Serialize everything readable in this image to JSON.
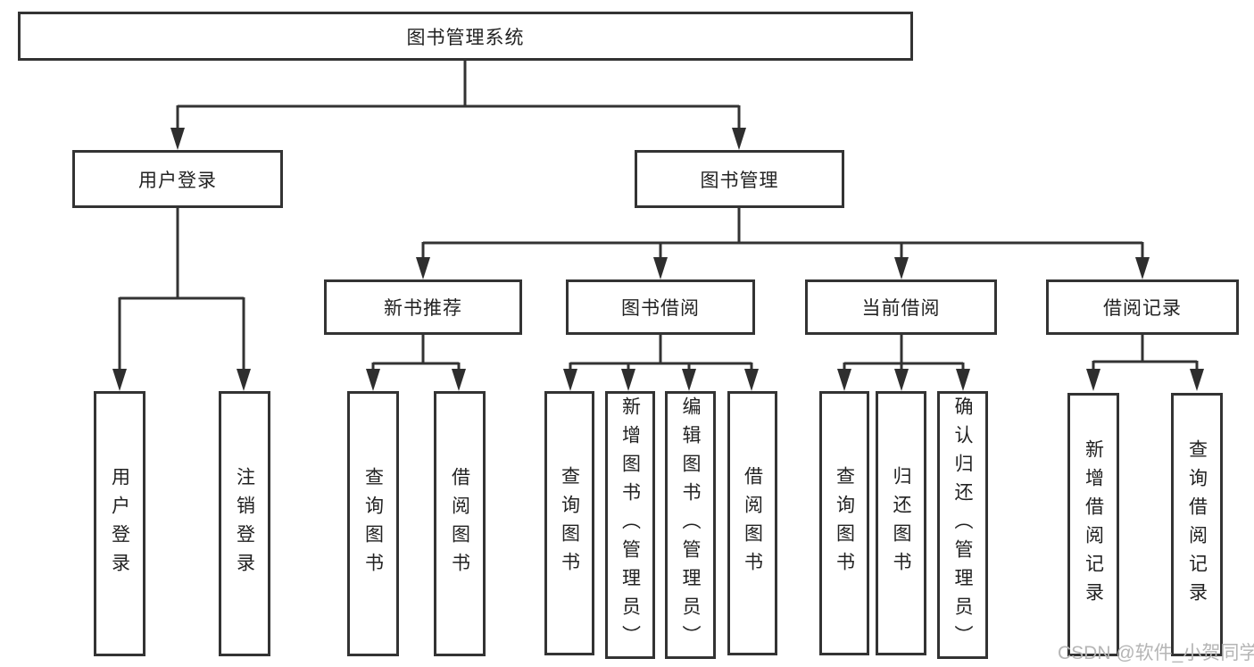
{
  "diagram": {
    "root": {
      "label": "图书管理系统"
    },
    "level2": [
      {
        "id": "user-login",
        "label": "用户登录"
      },
      {
        "id": "book-management",
        "label": "图书管理"
      }
    ],
    "level3": [
      {
        "id": "new-book-recommend",
        "label": "新书推荐",
        "parent": "book-management"
      },
      {
        "id": "book-borrow",
        "label": "图书借阅",
        "parent": "book-management"
      },
      {
        "id": "current-borrow",
        "label": "当前借阅",
        "parent": "book-management"
      },
      {
        "id": "borrow-records",
        "label": "借阅记录",
        "parent": "book-management"
      }
    ],
    "leaves": [
      {
        "id": "user-login-leaf",
        "label": "用户登录",
        "parent": "user-login"
      },
      {
        "id": "logout",
        "label": "注销登录",
        "parent": "user-login"
      },
      {
        "id": "query-books-1",
        "label": "查询图书",
        "parent": "new-book-recommend"
      },
      {
        "id": "borrow-books-1",
        "label": "借阅图书",
        "parent": "new-book-recommend"
      },
      {
        "id": "query-books-2",
        "label": "查询图书",
        "parent": "book-borrow"
      },
      {
        "id": "add-books-admin",
        "label": "新增图书（管理员）",
        "parent": "book-borrow"
      },
      {
        "id": "edit-books-admin",
        "label": "编辑图书（管理员）",
        "parent": "book-borrow"
      },
      {
        "id": "borrow-books-2",
        "label": "借阅图书",
        "parent": "book-borrow"
      },
      {
        "id": "query-books-3",
        "label": "查询图书",
        "parent": "current-borrow"
      },
      {
        "id": "return-books",
        "label": "归还图书",
        "parent": "current-borrow"
      },
      {
        "id": "confirm-return-admin",
        "label": "确认归还（管理员）",
        "parent": "current-borrow"
      },
      {
        "id": "add-borrow-record",
        "label": "新增借阅记录",
        "parent": "borrow-records"
      },
      {
        "id": "query-borrow-record",
        "label": "查询借阅记录",
        "parent": "borrow-records"
      }
    ],
    "watermark": "CSDN @软件_小贺同学",
    "colors": {
      "line": "#333333",
      "arrow": "#2e2e2e",
      "border": "#333333",
      "text": "#222222",
      "watermark": "#b5b5b5",
      "background": "#ffffff"
    }
  }
}
